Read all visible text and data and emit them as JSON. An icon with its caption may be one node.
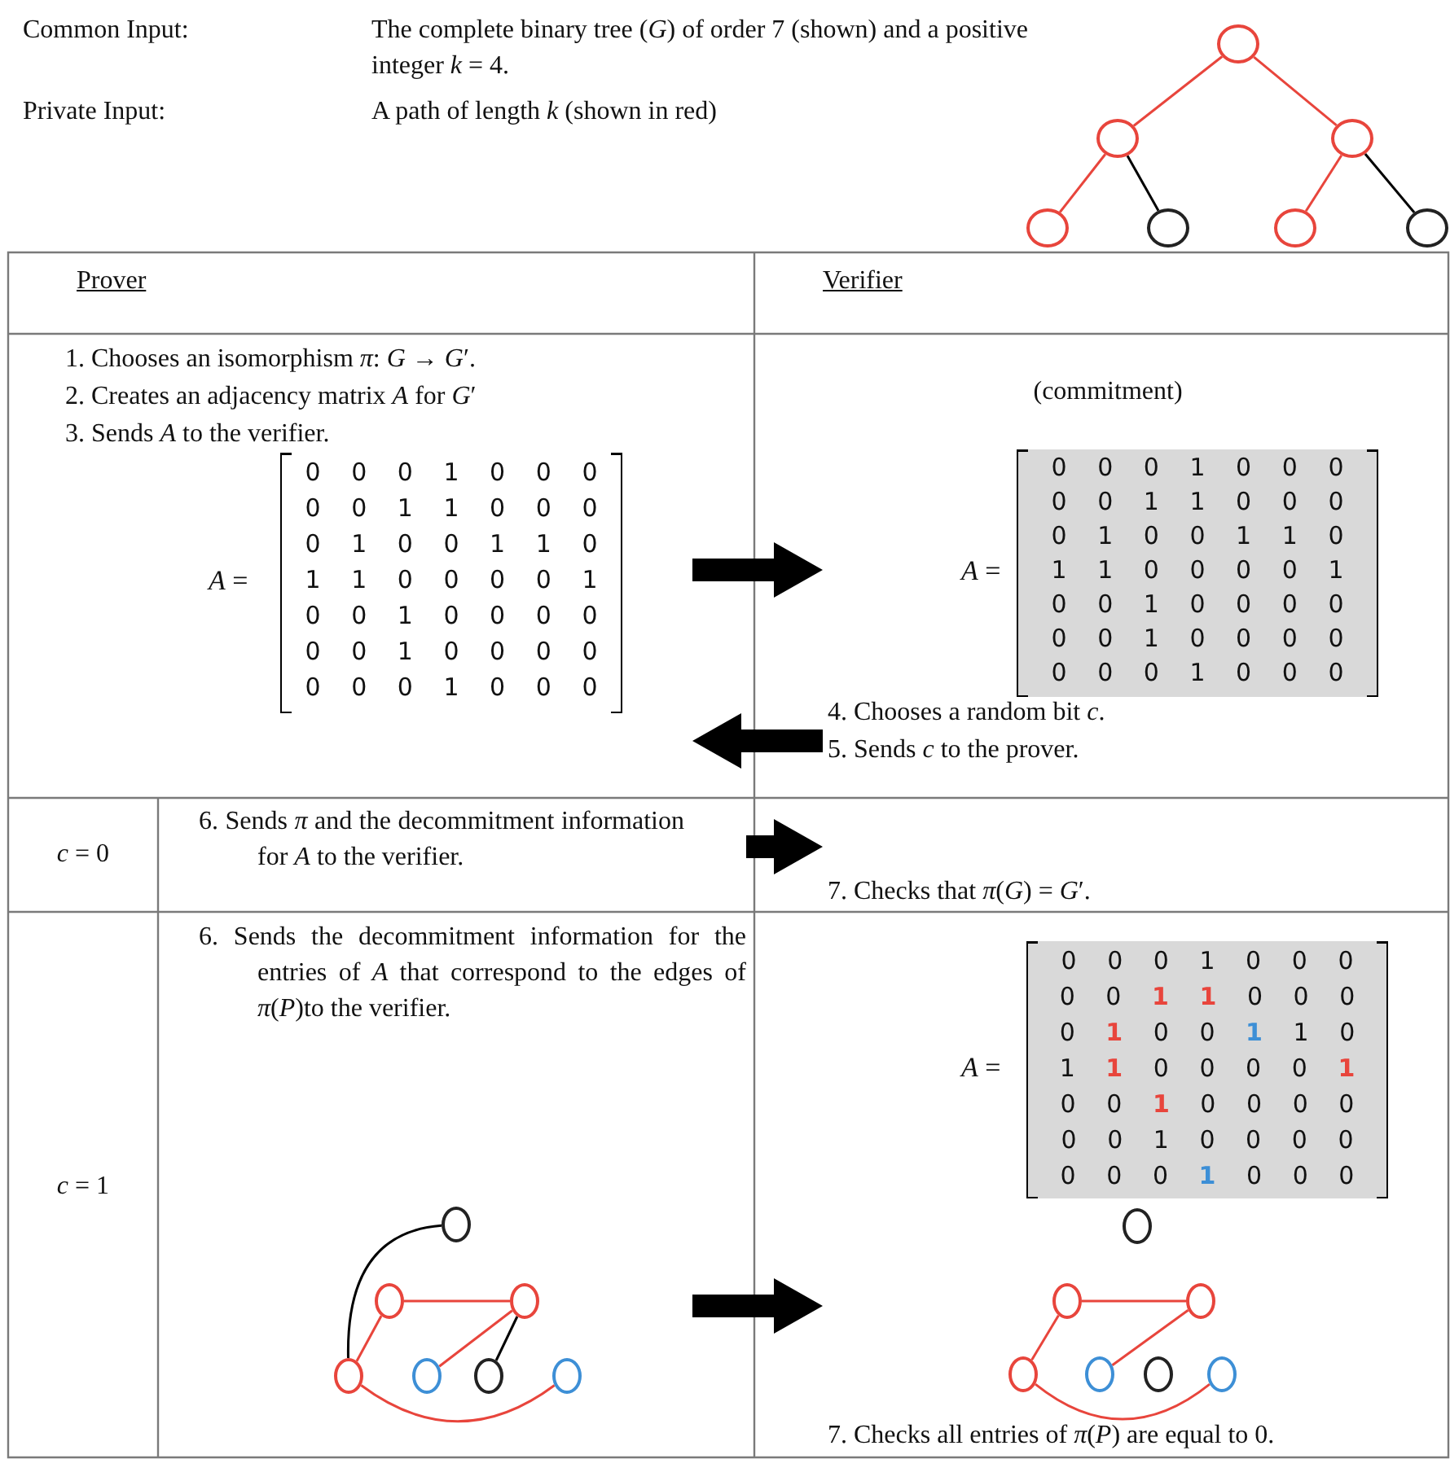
{
  "diagram": {
    "nodes": [
      {
        "text": [],
        "shape": "circle"
      },
      {
        "text": [],
        "shape": "circle"
      },
      {
        "text": [],
        "shape": "circle"
      },
      {
        "text": [],
        "shape": "circle"
      },
      {
        "text": [],
        "shape": "circle"
      },
      {
        "text": [],
        "shape": "circle"
      },
      {
        "text": [],
        "shape": "circle"
      },
      {
        "text": [
          "Prover"
        ]
      },
      {
        "text": [
          "Verifier"
        ]
      },
      {
        "text": [
          "1. Chooses an isomorphism *π*: *G* → *G*′.",
          "2. Creates an adjacency matrix *A* for *G*′",
          "3. Sends *A* to the verifier."
        ]
      },
      {
        "text": [
          "*A* =",
          "0 0 0 1 0 0 0",
          "0 0 1 1 0 0 0",
          "0 1 0 0 1 1 0",
          "1 1 0 0 0 0 1",
          "0 0 1 0 0 0 0",
          "0 0 1 0 0 0 0",
          "0 0 0 1 0 0 0"
        ],
        "in": 9
      },
      {
        "text": [
          "(commitment)",
          "4. Chooses a random bit *c*.",
          "5. Sends *c* to the prover."
        ]
      },
      {
        "text": [
          "*A* =",
          "0 0 0 1 0 0 0",
          "0 0 1 1 0 0 0",
          "0 1 0 0 1 1 0",
          "1 1 0 0 0 0 1",
          "0 0 1 0 0 0 0",
          "0 0 1 0 0 0 0",
          "0 0 0 1 0 0 0"
        ],
        "in": 11
      },
      {
        "text": [
          "*c* = 0"
        ]
      },
      {
        "text": [
          "6. Sends *π* and the decommitment information for *A* to the verifier."
        ]
      },
      {
        "text": [
          "7. Checks that *π*(*G*) = *G*′."
        ]
      },
      {
        "text": [
          "*c* = 1"
        ]
      },
      {
        "text": [
          "6. Sends the decommitment information for the entries of *A* that correspond to the edges of *π*(*P*)to the verifier."
        ]
      },
      {
        "text": [],
        "shape": "circle",
        "in": 17
      },
      {
        "text": [],
        "shape": "circle",
        "in": 17
      },
      {
        "text": [],
        "shape": "circle",
        "in": 17
      },
      {
        "text": [],
        "shape": "circle",
        "in": 17
      },
      {
        "text": [],
        "shape": "circle",
        "in": 17
      },
      {
        "text": [],
        "shape": "circle",
        "in": 17
      },
      {
        "text": [],
        "shape": "circle",
        "in": 17
      },
      {
        "text": [
          "7. Checks all entries of *π*(*P*) are equal to 0."
        ]
      },
      {
        "text": [
          "*A* =",
          "0 0 0 1 0 0 0",
          "0 0 1 1 0 0 0",
          "0 1 0 0 1 1 0",
          "1 1 0 0 0 0 1",
          "0 0 1 0 0 0 0",
          "0 0 1 0 0 0 0",
          "0 0 0 1 0 0 0"
        ],
        "in": 25
      },
      {
        "text": [],
        "shape": "circle",
        "in": 25
      },
      {
        "text": [],
        "shape": "circle",
        "in": 25
      },
      {
        "text": [],
        "shape": "circle",
        "in": 25
      },
      {
        "text": [],
        "shape": "circle",
        "in": 25
      },
      {
        "text": [],
        "shape": "circle",
        "in": 25
      },
      {
        "text": [],
        "shape": "circle",
        "in": 25
      },
      {
        "text": [],
        "shape": "circle",
        "in": 25
      }
    ],
    "edges": [
      {
        "from": 0,
        "to": 1,
        "arrow": "none",
        "color": "#e8453c"
      },
      {
        "from": 0,
        "to": 2,
        "arrow": "none",
        "color": "#e8453c"
      },
      {
        "from": 1,
        "to": 3,
        "arrow": "none",
        "color": "#e8453c"
      },
      {
        "from": 1,
        "to": 4,
        "arrow": "none",
        "color": "#000000"
      },
      {
        "from": 2,
        "to": 5,
        "arrow": "none",
        "color": "#e8453c"
      },
      {
        "from": 2,
        "to": 6,
        "arrow": "none",
        "color": "#000000"
      },
      {
        "from": 9,
        "to": 11,
        "arrow": "to",
        "style": "thick",
        "color": "#000000"
      },
      {
        "from": 11,
        "to": 9,
        "arrow": "to",
        "style": "thick",
        "color": "#000000"
      },
      {
        "from": 14,
        "to": 15,
        "arrow": "to",
        "style": "thick",
        "color": "#000000"
      },
      {
        "from": 18,
        "to": 21,
        "arrow": "none",
        "color": "#000000"
      },
      {
        "from": 21,
        "to": 19,
        "arrow": "none",
        "color": "#e8453c"
      },
      {
        "from": 19,
        "to": 20,
        "arrow": "none",
        "color": "#e8453c"
      },
      {
        "from": 20,
        "to": 22,
        "arrow": "none",
        "color": "#e8453c"
      },
      {
        "from": 20,
        "to": 23,
        "arrow": "none",
        "color": "#000000"
      },
      {
        "from": 21,
        "to": 24,
        "arrow": "none",
        "color": "#e8453c"
      },
      {
        "from": 17,
        "to": 25,
        "arrow": "to",
        "style": "thick",
        "color": "#000000"
      },
      {
        "from": 30,
        "to": 28,
        "arrow": "none",
        "color": "#e8453c"
      },
      {
        "from": 28,
        "to": 29,
        "arrow": "none",
        "color": "#e8453c"
      },
      {
        "from": 29,
        "to": 31,
        "arrow": "none",
        "color": "#e8453c"
      },
      {
        "from": 30,
        "to": 33,
        "arrow": "none",
        "color": "#e8453c"
      }
    ],
    "labels": [
      "Common Input:",
      "The complete binary tree (*G*) of order 7 (shown) and a positive integer *k* = 4.",
      "Private Input:",
      "A path of length *k* (shown in red)"
    ]
  }
}
